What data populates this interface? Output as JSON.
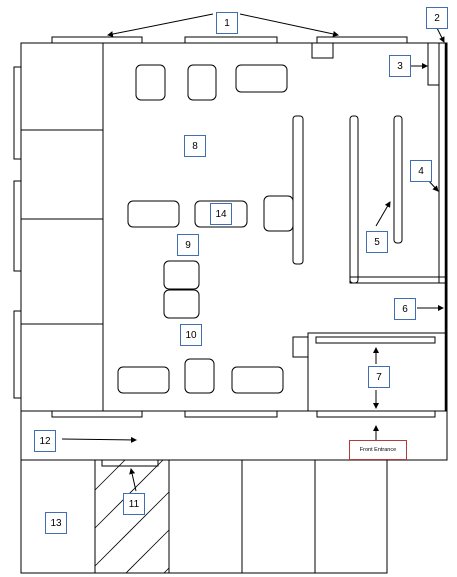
{
  "labels": [
    "1",
    "2",
    "3",
    "4",
    "5",
    "6",
    "7",
    "8",
    "9",
    "10",
    "11",
    "12",
    "13",
    "14"
  ],
  "front_entrance": "Front Entrance",
  "colors": {
    "label_border": "#3f6fb0",
    "entrance_border": "#b53a3a",
    "line": "#000000"
  }
}
